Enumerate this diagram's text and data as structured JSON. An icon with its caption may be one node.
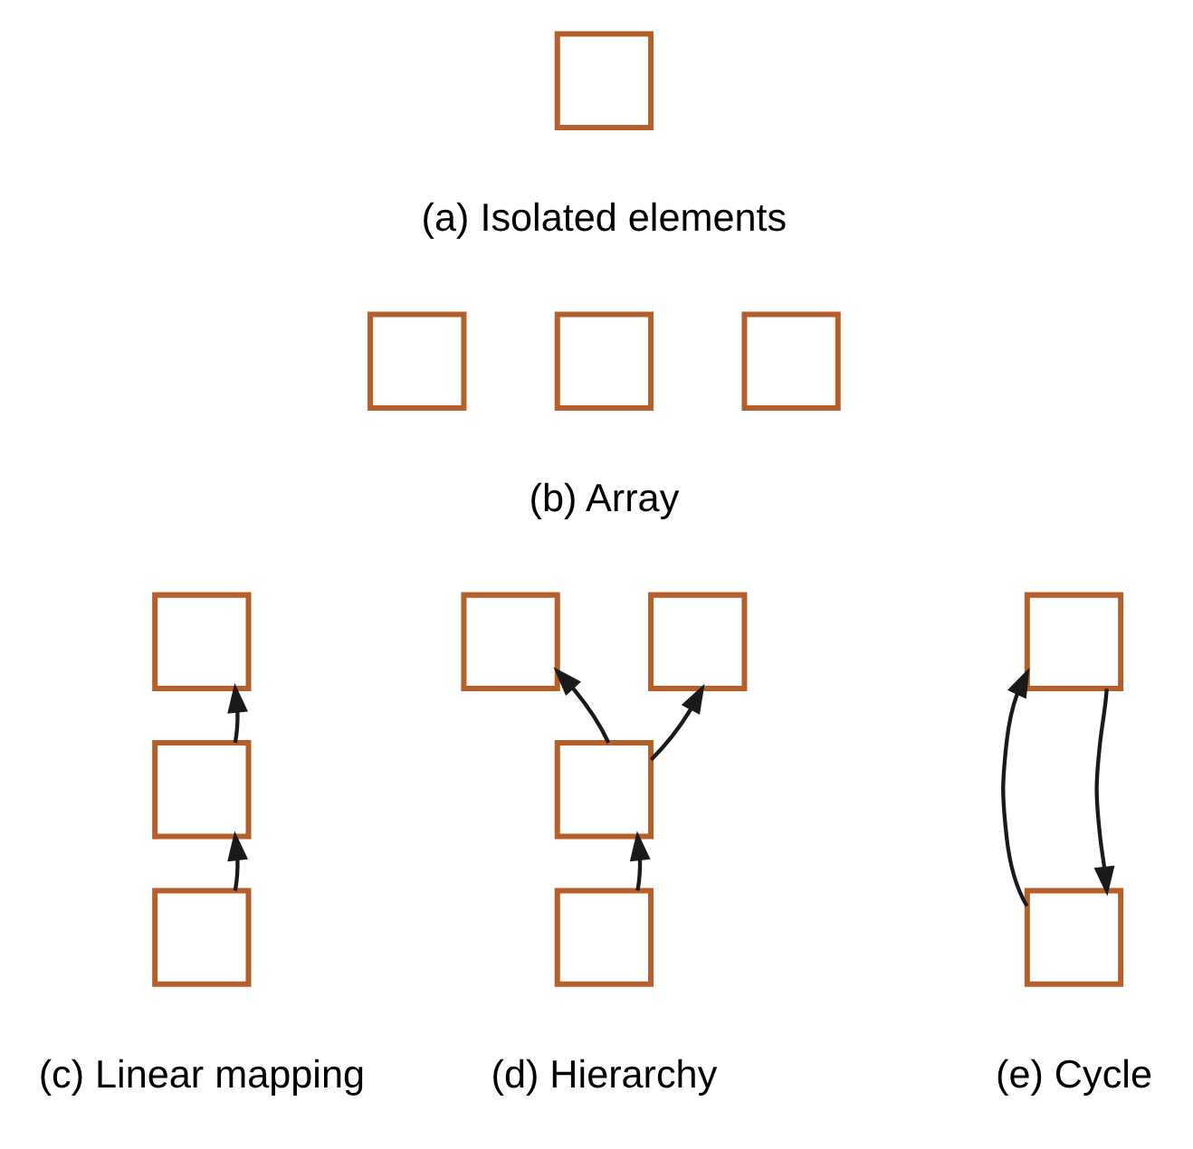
{
  "diagram": {
    "nodes": [
      {
        "text": [],
        "shape": "box"
      },
      {
        "text": [],
        "shape": "box"
      },
      {
        "text": [],
        "shape": "box"
      },
      {
        "text": [],
        "shape": "box"
      },
      {
        "text": [],
        "shape": "box"
      },
      {
        "text": [],
        "shape": "box"
      },
      {
        "text": [],
        "shape": "box"
      },
      {
        "text": [],
        "shape": "box"
      },
      {
        "text": [],
        "shape": "box"
      },
      {
        "text": [],
        "shape": "box"
      },
      {
        "text": [],
        "shape": "box"
      },
      {
        "text": [],
        "shape": "box"
      },
      {
        "text": [],
        "shape": "box"
      }
    ],
    "edges": [
      {
        "from": 6,
        "to": 5,
        "arrow": "to"
      },
      {
        "from": 5,
        "to": 4,
        "arrow": "to"
      },
      {
        "from": 10,
        "to": 9,
        "arrow": "to"
      },
      {
        "from": 9,
        "to": 7,
        "arrow": "to"
      },
      {
        "from": 9,
        "to": 8,
        "arrow": "to"
      },
      {
        "from": 11,
        "to": 12,
        "arrow": "to"
      },
      {
        "from": 12,
        "to": 11,
        "arrow": "to"
      }
    ],
    "labels": [
      "(a) Isolated elements",
      "(b) Array",
      "(c) Linear mapping",
      "(d) Hierarchy",
      "(e) Cycle"
    ]
  }
}
